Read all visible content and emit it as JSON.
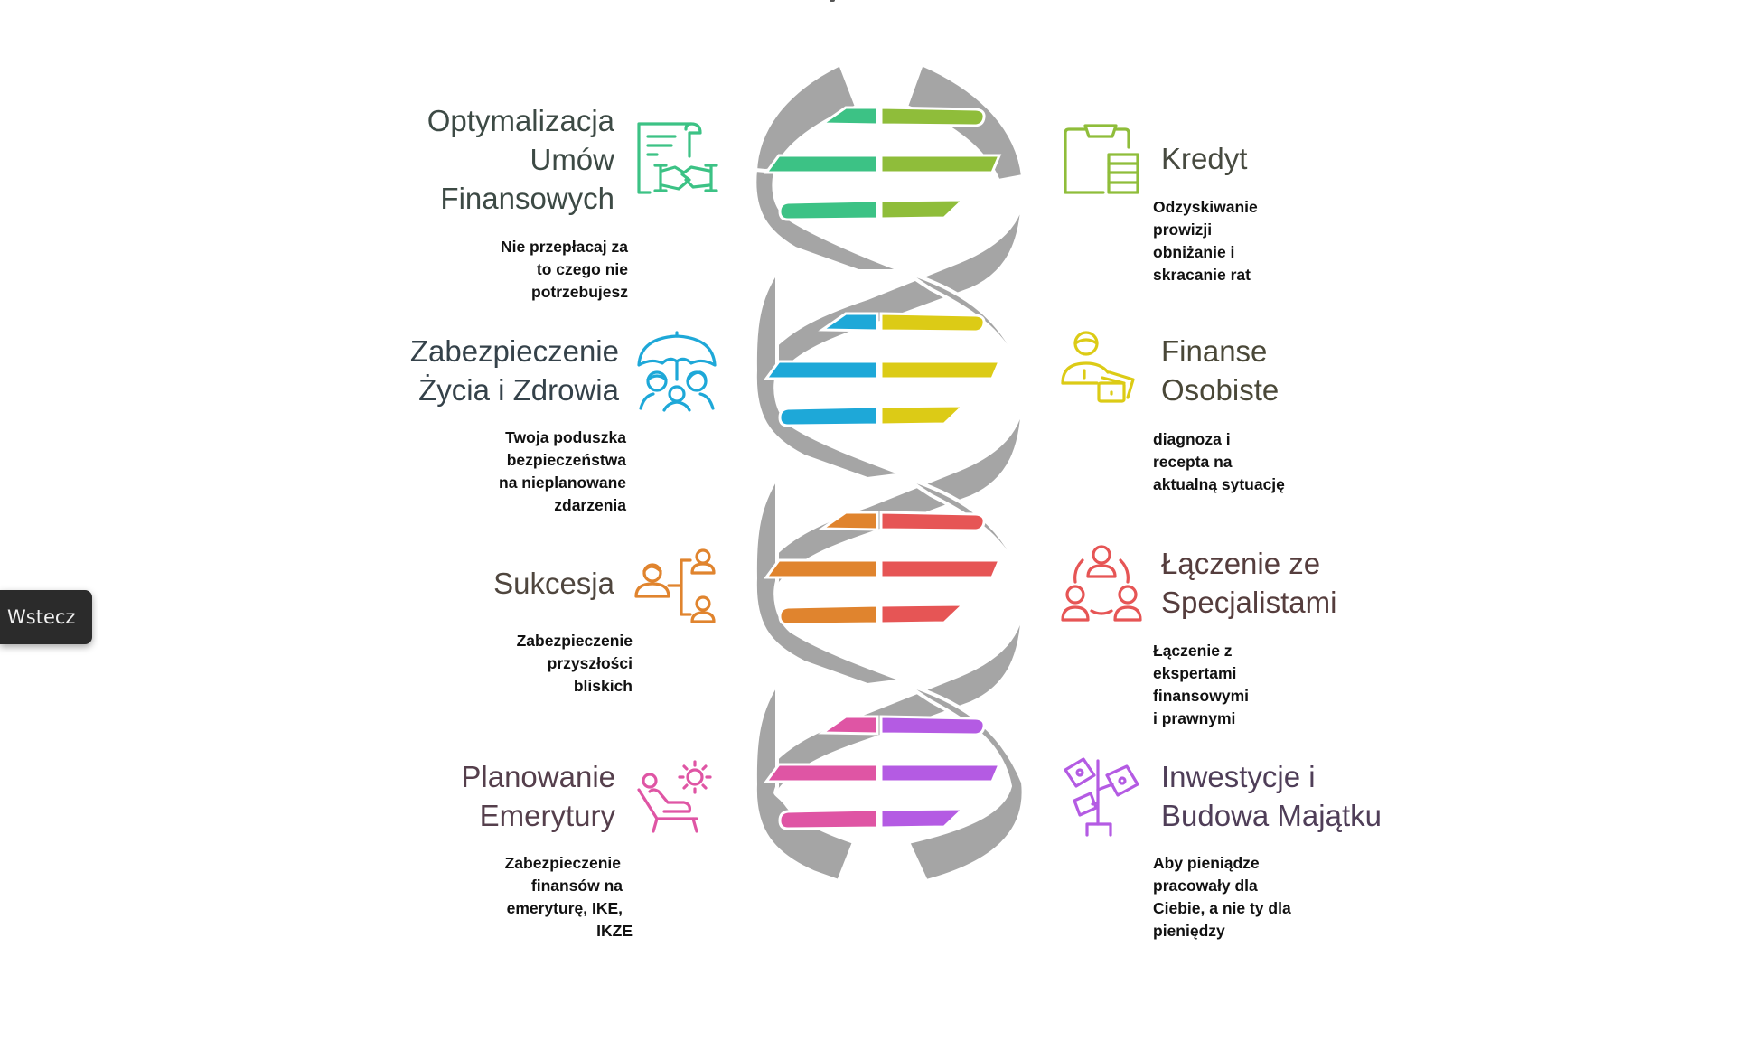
{
  "navigation": {
    "back_label": "Wstecz"
  },
  "diagram": {
    "type": "dna-helix-infographic",
    "helix_color": "#a5a5a5",
    "left": [
      {
        "title_lines": [
          "Optymalizacja",
          "Umów",
          "Finansowych"
        ],
        "description_lines": [
          "Nie przepłacaj za",
          "to czego nie",
          "potrzebujesz"
        ],
        "icon": "contract-handshake-icon",
        "color": "#3cc285",
        "title_color": "#3d4a45"
      },
      {
        "title_lines": [
          "Zabezpieczenie",
          "Życia i Zdrowia"
        ],
        "description_lines": [
          "Twoja poduszka",
          "bezpieczeństwa",
          "na nieplanowane",
          "zdarzenia"
        ],
        "icon": "umbrella-family-icon",
        "color": "#1ea8d8",
        "title_color": "#35424a"
      },
      {
        "title_lines": [
          "Sukcesja"
        ],
        "description_lines": [
          "Zabezpieczenie",
          "przyszłości",
          "bliskich"
        ],
        "icon": "succession-tree-icon",
        "color": "#e0842e",
        "title_color": "#4f463e"
      },
      {
        "title_lines": [
          "Planowanie",
          "Emerytury"
        ],
        "description_lines": [
          "Zabezpieczenie",
          "finansów na",
          "emeryturę, IKE,",
          "IKZE"
        ],
        "icon": "retirement-lounger-icon",
        "color": "#df55a4",
        "title_color": "#553f4c"
      }
    ],
    "right": [
      {
        "title_lines": [
          "Kredyt"
        ],
        "description_lines": [
          "Odzyskiwanie",
          "prowizji",
          "obniżanie i",
          "skracanie rat"
        ],
        "icon": "clipboard-coins-icon",
        "color": "#8fbd3a",
        "title_color": "#474a40"
      },
      {
        "title_lines": [
          "Finanse",
          "Osobiste"
        ],
        "description_lines": [
          "diagnoza i",
          "recepta na",
          "aktualną sytuację"
        ],
        "icon": "person-wallet-icon",
        "color": "#dccb16",
        "title_color": "#4a4838"
      },
      {
        "title_lines": [
          "Łączenie ze",
          "Specjalistami"
        ],
        "description_lines": [
          "Łączenie z",
          "ekspertami",
          "finansowymi",
          "i prawnymi"
        ],
        "icon": "people-network-icon",
        "color": "#e65555",
        "title_color": "#553d3d"
      },
      {
        "title_lines": [
          "Inwestycje i",
          "Budowa Majątku"
        ],
        "description_lines": [
          "Aby pieniądze",
          "pracowały dla",
          "Ciebie, a nie ty dla",
          "pieniędzy"
        ],
        "icon": "money-plant-icon",
        "color": "#b45be3",
        "title_color": "#4f3e58"
      }
    ]
  }
}
